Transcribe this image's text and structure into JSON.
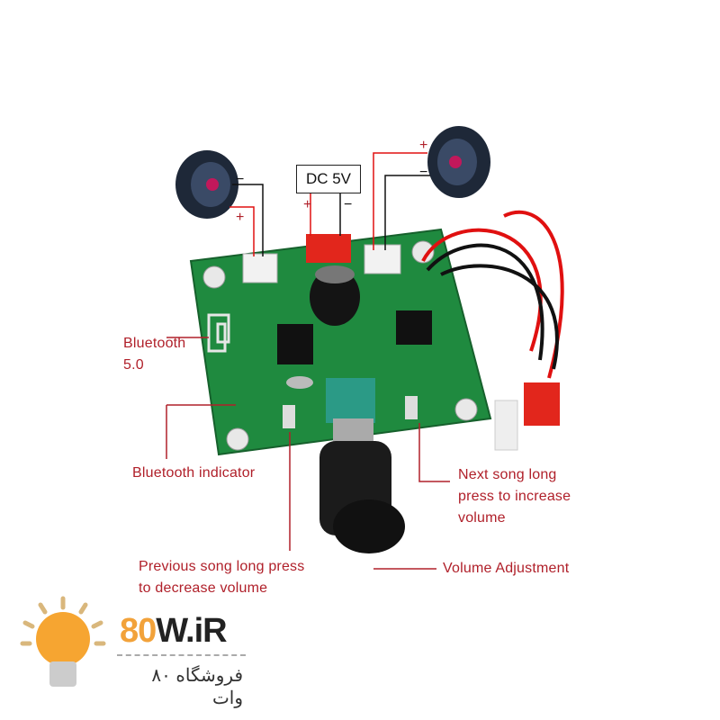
{
  "labels": {
    "dc": "DC 5V",
    "bluetooth": [
      "Bluetooth",
      "5.0"
    ],
    "bt_indicator": "Bluetooth indicator",
    "next_song": [
      "Next song long",
      "press to increase",
      "volume"
    ],
    "prev_song": [
      "Previous song long press",
      "to decrease volume"
    ],
    "volume": "Volume Adjustment",
    "plus": "+",
    "minus": "−"
  },
  "logo": {
    "brand_digits": "80",
    "brand_rest": "W.iR",
    "subtitle": "فروشگاه ۸۰ وات"
  },
  "colors": {
    "label": "#b0202a",
    "pcb": "#1f8a3f",
    "logo_accent": "#f2a23a"
  }
}
